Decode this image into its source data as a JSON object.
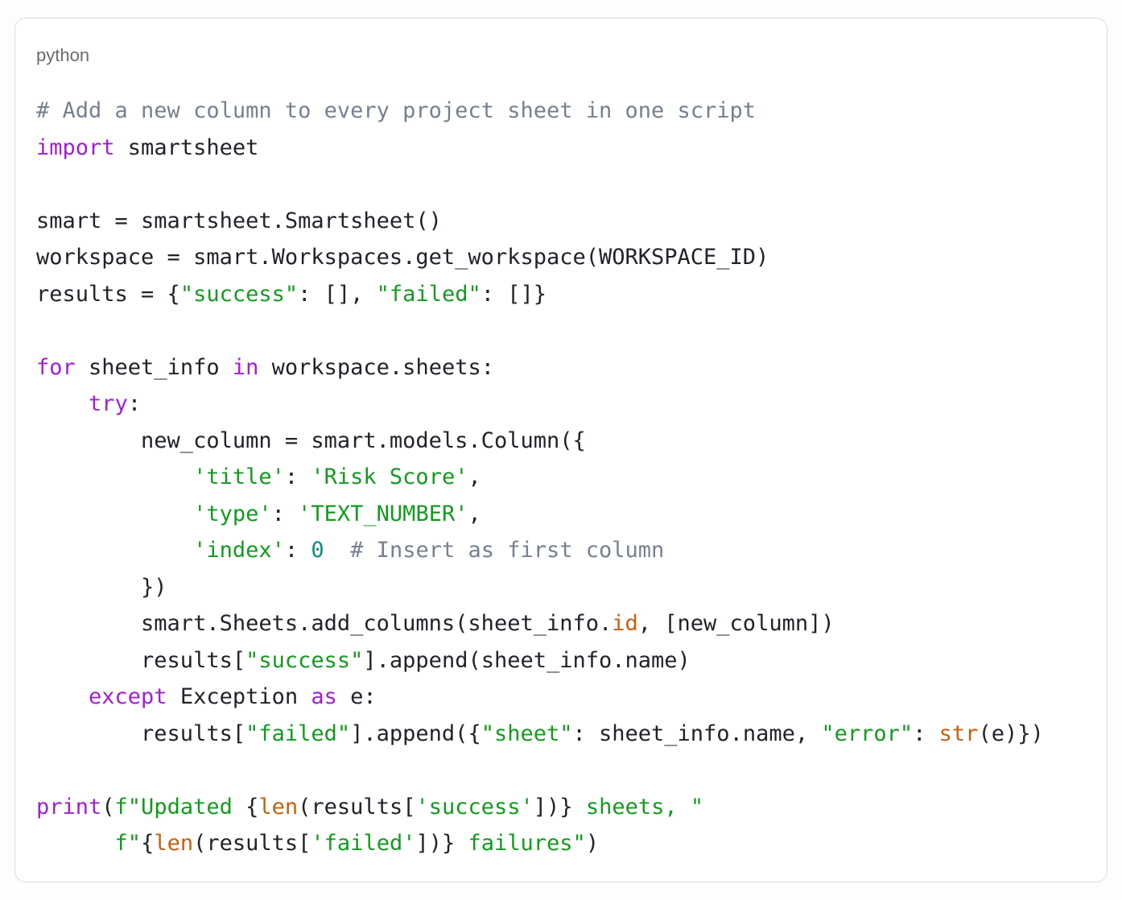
{
  "code_block": {
    "language_label": "python",
    "colors": {
      "border": "#dadada",
      "label": "#6d6b68",
      "def": "#202329",
      "kw": "#a120d0",
      "str": "#129b1d",
      "num": "#0f8c80",
      "com": "#76808f",
      "bi": "#c4610d"
    },
    "lines": [
      {
        "tokens": [
          {
            "t": "# Add a new column to every project sheet in one script",
            "c": "com"
          }
        ]
      },
      {
        "tokens": [
          {
            "t": "import",
            "c": "kw"
          },
          {
            "t": " smartsheet",
            "c": "def"
          }
        ]
      },
      {
        "tokens": []
      },
      {
        "tokens": [
          {
            "t": "smart = smartsheet.Smartsheet()",
            "c": "def"
          }
        ]
      },
      {
        "tokens": [
          {
            "t": "workspace = smart.Workspaces.get_workspace(WORKSPACE_ID)",
            "c": "def"
          }
        ]
      },
      {
        "tokens": [
          {
            "t": "results = {",
            "c": "def"
          },
          {
            "t": "\"success\"",
            "c": "str"
          },
          {
            "t": ": [], ",
            "c": "def"
          },
          {
            "t": "\"failed\"",
            "c": "str"
          },
          {
            "t": ": []}",
            "c": "def"
          }
        ]
      },
      {
        "tokens": []
      },
      {
        "tokens": [
          {
            "t": "for",
            "c": "kw"
          },
          {
            "t": " sheet_info ",
            "c": "def"
          },
          {
            "t": "in",
            "c": "kw"
          },
          {
            "t": " workspace.sheets:",
            "c": "def"
          }
        ]
      },
      {
        "tokens": [
          {
            "t": "    ",
            "c": "def"
          },
          {
            "t": "try",
            "c": "kw"
          },
          {
            "t": ":",
            "c": "def"
          }
        ]
      },
      {
        "tokens": [
          {
            "t": "        new_column = smart.models.Column({",
            "c": "def"
          }
        ]
      },
      {
        "tokens": [
          {
            "t": "            ",
            "c": "def"
          },
          {
            "t": "'title'",
            "c": "str"
          },
          {
            "t": ": ",
            "c": "def"
          },
          {
            "t": "'Risk Score'",
            "c": "str"
          },
          {
            "t": ",",
            "c": "def"
          }
        ]
      },
      {
        "tokens": [
          {
            "t": "            ",
            "c": "def"
          },
          {
            "t": "'type'",
            "c": "str"
          },
          {
            "t": ": ",
            "c": "def"
          },
          {
            "t": "'TEXT_NUMBER'",
            "c": "str"
          },
          {
            "t": ",",
            "c": "def"
          }
        ]
      },
      {
        "tokens": [
          {
            "t": "            ",
            "c": "def"
          },
          {
            "t": "'index'",
            "c": "str"
          },
          {
            "t": ": ",
            "c": "def"
          },
          {
            "t": "0",
            "c": "num"
          },
          {
            "t": "  ",
            "c": "def"
          },
          {
            "t": "# Insert as first column",
            "c": "com"
          }
        ]
      },
      {
        "tokens": [
          {
            "t": "        })",
            "c": "def"
          }
        ]
      },
      {
        "tokens": [
          {
            "t": "        smart.Sheets.add_columns(sheet_info.",
            "c": "def"
          },
          {
            "t": "id",
            "c": "bi"
          },
          {
            "t": ", [new_column])",
            "c": "def"
          }
        ]
      },
      {
        "tokens": [
          {
            "t": "        results[",
            "c": "def"
          },
          {
            "t": "\"success\"",
            "c": "str"
          },
          {
            "t": "].append(sheet_info.name)",
            "c": "def"
          }
        ]
      },
      {
        "tokens": [
          {
            "t": "    ",
            "c": "def"
          },
          {
            "t": "except",
            "c": "kw"
          },
          {
            "t": " Exception ",
            "c": "def"
          },
          {
            "t": "as",
            "c": "kw"
          },
          {
            "t": " e:",
            "c": "def"
          }
        ]
      },
      {
        "tokens": [
          {
            "t": "        results[",
            "c": "def"
          },
          {
            "t": "\"failed\"",
            "c": "str"
          },
          {
            "t": "].append({",
            "c": "def"
          },
          {
            "t": "\"sheet\"",
            "c": "str"
          },
          {
            "t": ": sheet_info.name, ",
            "c": "def"
          },
          {
            "t": "\"error\"",
            "c": "str"
          },
          {
            "t": ": ",
            "c": "def"
          },
          {
            "t": "str",
            "c": "bi"
          },
          {
            "t": "(e)})",
            "c": "def"
          }
        ]
      },
      {
        "tokens": []
      },
      {
        "tokens": [
          {
            "t": "print",
            "c": "kw"
          },
          {
            "t": "(",
            "c": "def"
          },
          {
            "t": "f\"Updated ",
            "c": "str"
          },
          {
            "t": "{",
            "c": "def"
          },
          {
            "t": "len",
            "c": "bi"
          },
          {
            "t": "(results[",
            "c": "def"
          },
          {
            "t": "'success'",
            "c": "str"
          },
          {
            "t": "])} ",
            "c": "def"
          },
          {
            "t": "sheets, \"",
            "c": "str"
          }
        ]
      },
      {
        "tokens": [
          {
            "t": "      ",
            "c": "def"
          },
          {
            "t": "f\"",
            "c": "str"
          },
          {
            "t": "{",
            "c": "def"
          },
          {
            "t": "len",
            "c": "bi"
          },
          {
            "t": "(results[",
            "c": "def"
          },
          {
            "t": "'failed'",
            "c": "str"
          },
          {
            "t": "])} ",
            "c": "def"
          },
          {
            "t": "failures\"",
            "c": "str"
          },
          {
            "t": ")",
            "c": "def"
          }
        ]
      }
    ]
  }
}
